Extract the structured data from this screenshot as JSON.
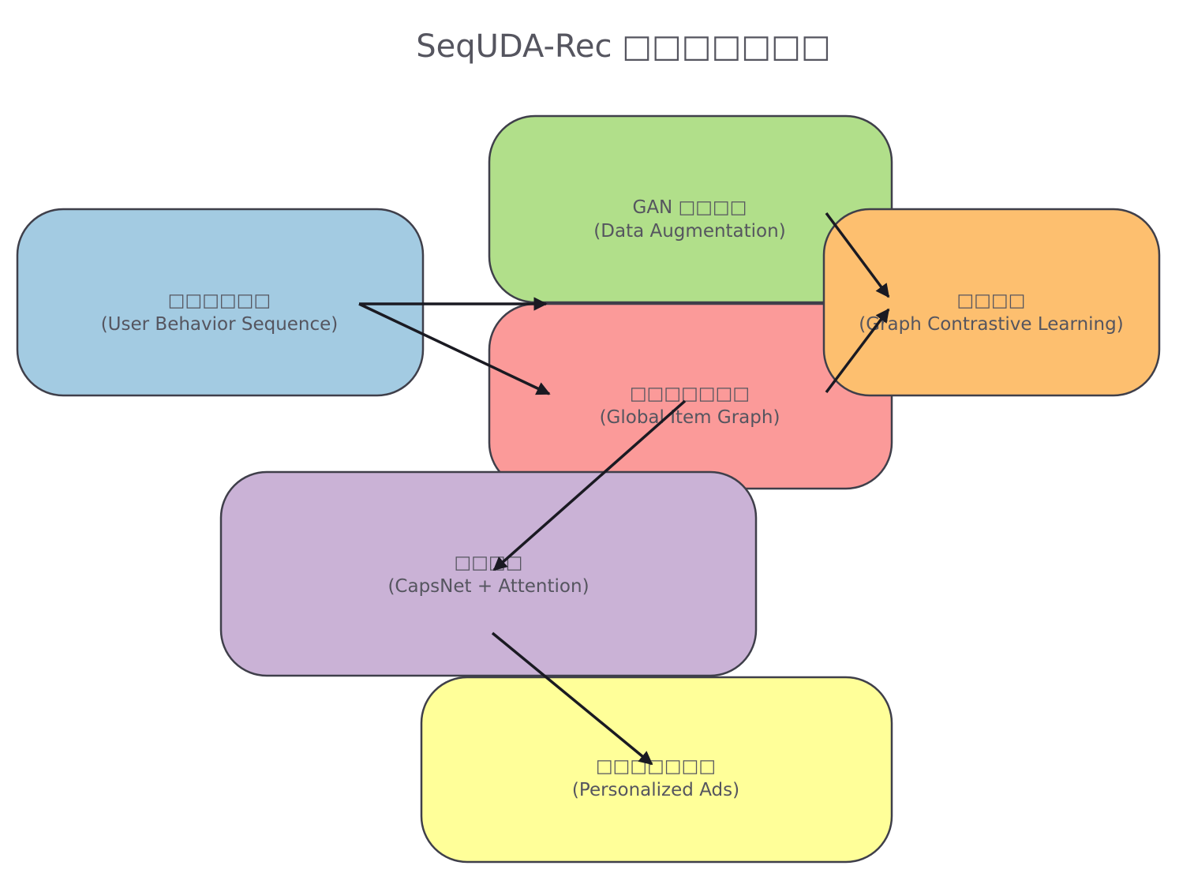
{
  "title": "SeqUDA-Rec □□□□□□□",
  "nodes": [
    {
      "id": "user-seq",
      "line1": "□□□□□□",
      "line2": "(User Behavior Sequence)",
      "fill": "#a3cbe2"
    },
    {
      "id": "gan",
      "line1": "GAN □□□□",
      "line2": "(Data Augmentation)",
      "fill": "#b1df8a"
    },
    {
      "id": "global-graph",
      "line1": "□□□□□□□",
      "line2": "(Global Item Graph)",
      "fill": "#fb9a99"
    },
    {
      "id": "contrastive",
      "line1": "□□□□",
      "line2": "(Graph Contrastive Learning)",
      "fill": "#fdbf6f"
    },
    {
      "id": "capsnet",
      "line1": "□□□□",
      "line2": "(CapsNet + Attention)",
      "fill": "#cab2d6"
    },
    {
      "id": "ads",
      "line1": "□□□□□□□",
      "line2": "(Personalized Ads)",
      "fill": "#ffff99"
    }
  ],
  "edges": [
    {
      "from": "user-seq",
      "to": "gan"
    },
    {
      "from": "user-seq",
      "to": "global-graph"
    },
    {
      "from": "gan",
      "to": "contrastive"
    },
    {
      "from": "global-graph",
      "to": "contrastive"
    },
    {
      "from": "global-graph",
      "to": "capsnet"
    },
    {
      "from": "capsnet",
      "to": "ads"
    }
  ]
}
